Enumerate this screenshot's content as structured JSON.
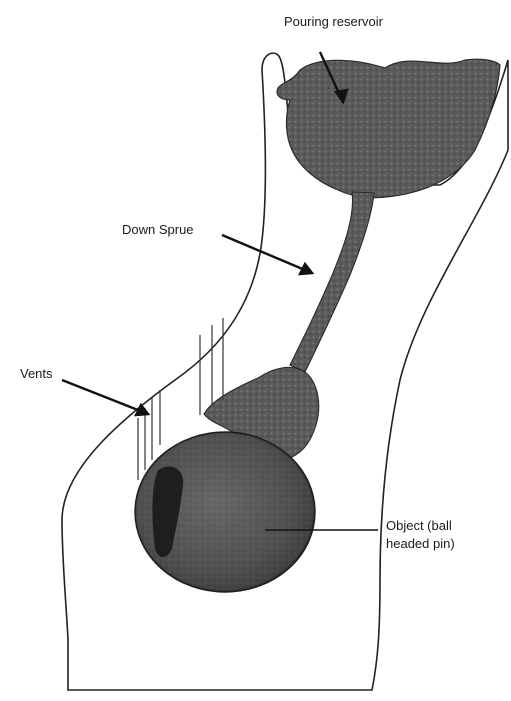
{
  "labels": {
    "pouring_reservoir": "Pouring reservoir",
    "down_sprue": "Down Sprue",
    "vents": "Vents",
    "object_line1": "Object (ball",
    "object_line2": "headed pin)"
  }
}
